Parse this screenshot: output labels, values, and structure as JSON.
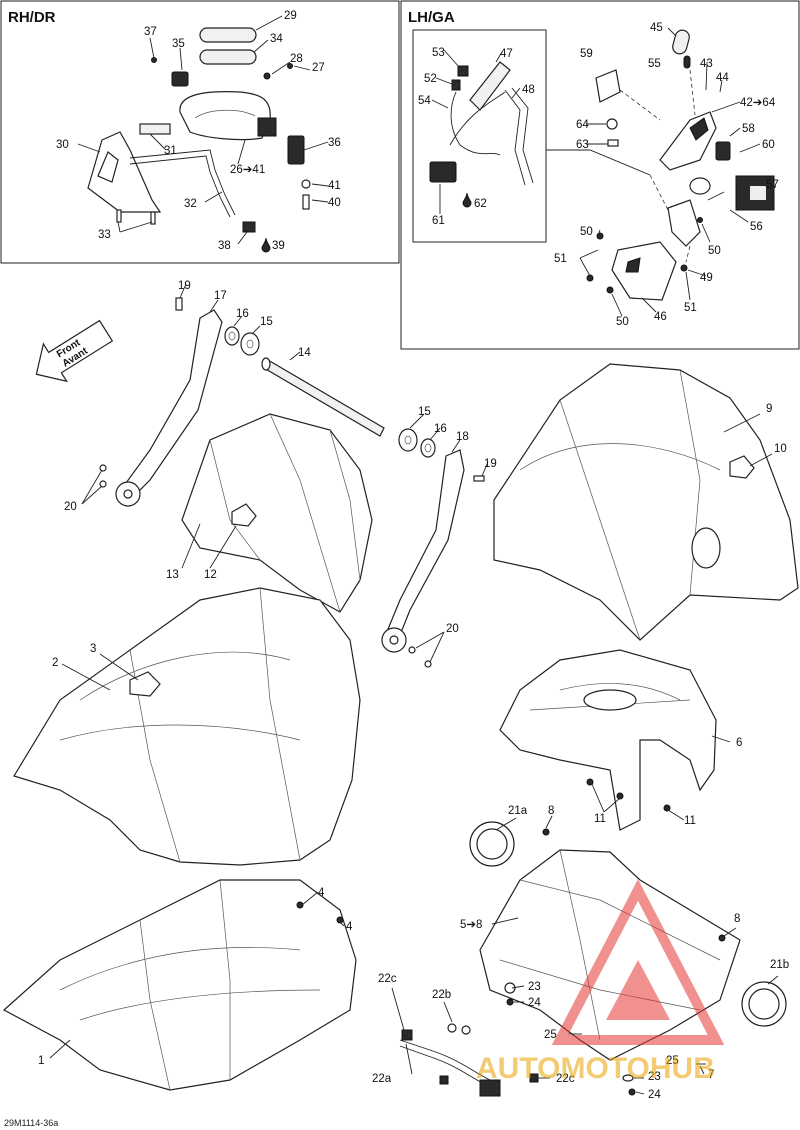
{
  "panels": {
    "rh": {
      "title": "RH/DR"
    },
    "lh": {
      "title": "LH/GA"
    }
  },
  "front_arrow": {
    "line1": "Front",
    "line2": "Avant"
  },
  "callouts": {
    "rh": [
      "29",
      "37",
      "35",
      "34",
      "28",
      "27",
      "30",
      "31",
      "26➔41",
      "36",
      "41",
      "40",
      "32",
      "33",
      "38",
      "39"
    ],
    "lh": [
      "45",
      "53",
      "47",
      "59",
      "55",
      "43",
      "44",
      "52",
      "48",
      "54",
      "42➔64",
      "58",
      "64",
      "60",
      "63",
      "61",
      "62",
      "57",
      "56",
      "50",
      "50",
      "51",
      "49",
      "51",
      "50",
      "46"
    ],
    "main": [
      "19",
      "17",
      "16",
      "15",
      "14",
      "15",
      "16",
      "18",
      "19",
      "20",
      "13",
      "12",
      "9",
      "10",
      "20",
      "2",
      "3",
      "6",
      "11",
      "11",
      "21a",
      "8",
      "5➔8",
      "4",
      "4",
      "8",
      "21b",
      "22c",
      "22b",
      "23",
      "24",
      "25",
      "25",
      "7",
      "23",
      "24",
      "22a",
      "22c",
      "1"
    ]
  },
  "watermark": {
    "brand": "AUTOMOTOHUB"
  },
  "footer": {
    "code": "29M1114-36a"
  }
}
